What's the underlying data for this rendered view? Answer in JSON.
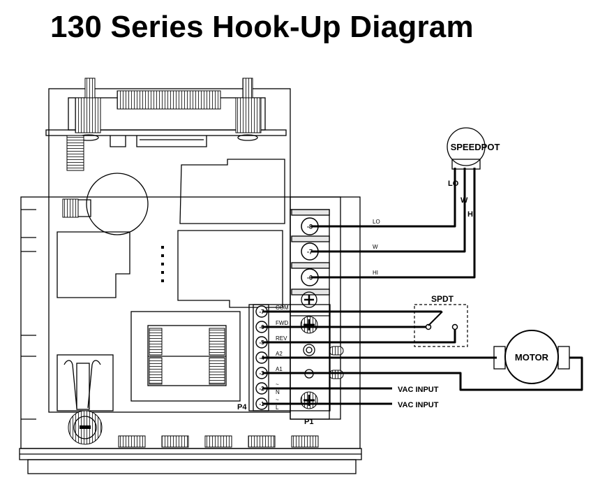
{
  "title": "130 Series Hook-Up Diagram",
  "components": {
    "speedpot": "SPEEDPOT",
    "spdt": "SPDT",
    "motor": "MOTOR"
  },
  "speedpot_wires": {
    "lo": "LO",
    "w": "W",
    "hi": "HI"
  },
  "p1_wire_labels": {
    "lo": "LO",
    "w": "W",
    "hi": "HI"
  },
  "p1_terminals": [
    "-8",
    "-7",
    "-6"
  ],
  "p4_terminals": [
    {
      "num": "-7",
      "label": "COM"
    },
    {
      "num": "-6",
      "label": "FWD"
    },
    {
      "num": "-5",
      "label": "REV"
    },
    {
      "num": "-4",
      "label": "A2"
    },
    {
      "num": "-3",
      "label": "A1"
    },
    {
      "num": "-2",
      "label": "N",
      "symbol": "~"
    },
    {
      "num": "-1",
      "label": "L",
      "symbol": "~"
    }
  ],
  "connector_labels": {
    "p4": "P4",
    "p1": "P1"
  },
  "vac_inputs": [
    "VAC INPUT",
    "VAC INPUT"
  ]
}
